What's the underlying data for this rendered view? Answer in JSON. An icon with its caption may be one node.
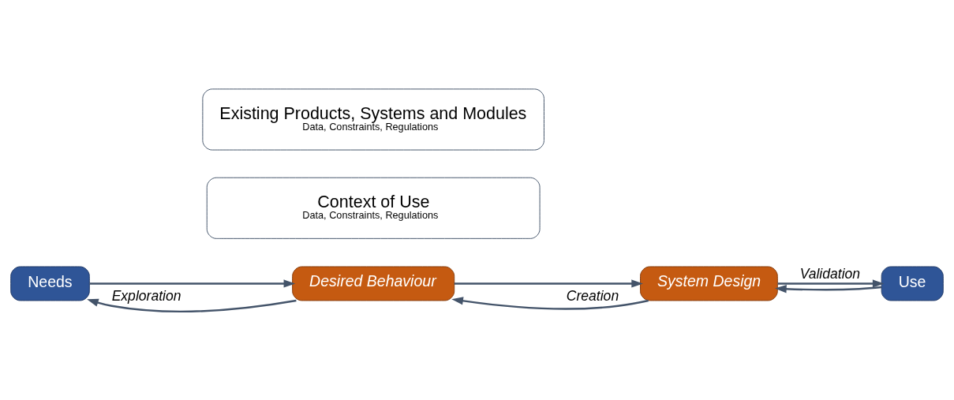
{
  "diagram": {
    "nodes": [
      {
        "text": [
          "Context of Use",
          "Data, Constraints, Regulations"
        ]
      },
      {
        "text": [
          "Existing Products, Systems and Modules",
          "Data, Constraints, Regulations"
        ]
      },
      {
        "text": [
          "Needs"
        ]
      },
      {
        "text": [
          "Use"
        ]
      },
      {
        "text": [
          "Desired Behaviour"
        ]
      },
      {
        "text": [
          "System Design"
        ]
      }
    ],
    "edges": [
      {
        "from": 2,
        "to": 4,
        "arrow": "to"
      },
      {
        "from": 4,
        "to": 2,
        "arrow": "to",
        "label": "Exploration"
      },
      {
        "from": 4,
        "to": 5,
        "arrow": "to"
      },
      {
        "from": 5,
        "to": 4,
        "arrow": "to",
        "label": "Creation"
      },
      {
        "from": 5,
        "to": 3,
        "arrow": "to",
        "label": "Validation"
      },
      {
        "from": 3,
        "to": 5,
        "arrow": "to"
      }
    ]
  }
}
